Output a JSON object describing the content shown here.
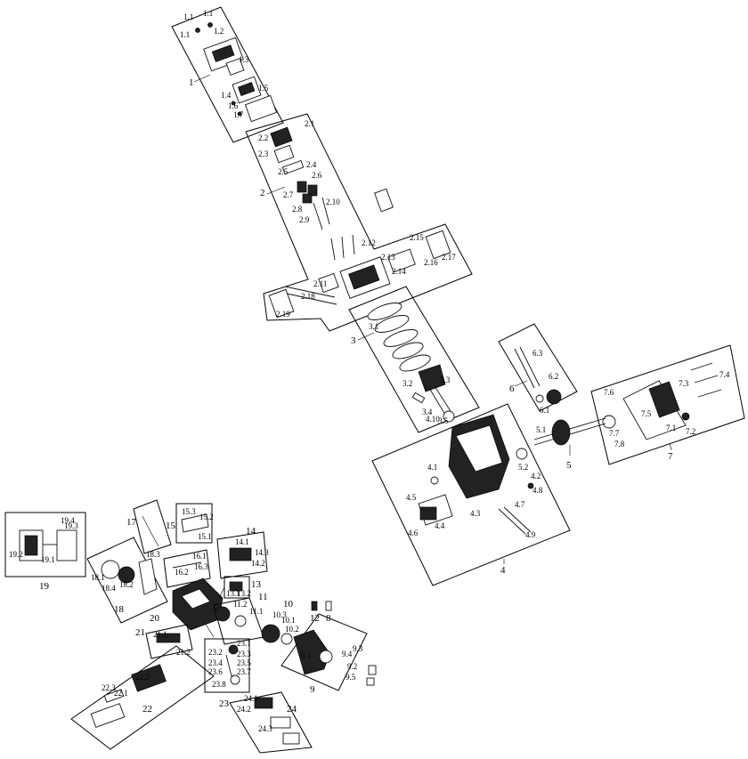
{
  "diagram": {
    "groups": [
      {
        "id": "1",
        "label": "1",
        "callouts": [
          "1.1",
          "1.1",
          "1.1",
          "1.2",
          "1.3",
          "1.4",
          "1.5",
          "1.6",
          "1.7"
        ]
      },
      {
        "id": "2",
        "label": "2",
        "callouts": [
          "2.1",
          "2.2",
          "2.3",
          "2.4",
          "2.5",
          "2.6",
          "2.7",
          "2.8",
          "2.9",
          "2.10",
          "2.11",
          "2.12",
          "2.13",
          "2.14",
          "2.15",
          "2.16",
          "2.17",
          "2.18",
          "2.19"
        ]
      },
      {
        "id": "3",
        "label": "3",
        "callouts": [
          "3.1",
          "3.2",
          "3.3",
          "3.4",
          "3.5"
        ]
      },
      {
        "id": "4",
        "label": "4",
        "callouts": [
          "4.1",
          "4.2",
          "4.3",
          "4.4",
          "4.5",
          "4.6",
          "4.7",
          "4.8",
          "4.9",
          "4.10"
        ]
      },
      {
        "id": "5",
        "label": "5",
        "callouts": [
          "5.1",
          "5.2"
        ]
      },
      {
        "id": "6",
        "label": "6",
        "callouts": [
          "6.1",
          "6.2",
          "6.3"
        ]
      },
      {
        "id": "7",
        "label": "7",
        "callouts": [
          "7.1",
          "7.2",
          "7.3",
          "7.4",
          "7.5",
          "7.6",
          "7.7",
          "7.8"
        ]
      },
      {
        "id": "8",
        "label": "8",
        "callouts": []
      },
      {
        "id": "9",
        "label": "9",
        "callouts": [
          "9.1",
          "9.2",
          "9.3",
          "9.4",
          "9.5"
        ]
      },
      {
        "id": "10",
        "label": "10",
        "callouts": [
          "10.1",
          "10.2",
          "10.3"
        ]
      },
      {
        "id": "11",
        "label": "11",
        "callouts": [
          "11.1",
          "11.2"
        ]
      },
      {
        "id": "12",
        "label": "12",
        "callouts": []
      },
      {
        "id": "13",
        "label": "13",
        "callouts": [
          "13.1",
          "13.2"
        ]
      },
      {
        "id": "14",
        "label": "14",
        "callouts": [
          "14.1",
          "14.2",
          "14.3"
        ]
      },
      {
        "id": "15",
        "label": "15",
        "callouts": [
          "15.1",
          "15.2",
          "15.3"
        ]
      },
      {
        "id": "16",
        "label": "16",
        "callouts": [
          "16.1",
          "16.2",
          "16.3"
        ]
      },
      {
        "id": "17",
        "label": "17",
        "callouts": []
      },
      {
        "id": "18",
        "label": "18",
        "callouts": [
          "18.1",
          "18.2",
          "18.3",
          "18.4"
        ]
      },
      {
        "id": "19",
        "label": "19",
        "callouts": [
          "19.1",
          "19.2",
          "19.3",
          "19.4"
        ]
      },
      {
        "id": "20",
        "label": "20",
        "callouts": []
      },
      {
        "id": "21",
        "label": "21",
        "callouts": [
          "21.1",
          "21.2"
        ]
      },
      {
        "id": "22",
        "label": "22",
        "callouts": [
          "22.1",
          "22.2",
          "22.3"
        ]
      },
      {
        "id": "23",
        "label": "23",
        "callouts": [
          "23.1",
          "23.2",
          "23.3",
          "23.4",
          "23.5",
          "23.6",
          "23.7",
          "23.8"
        ]
      },
      {
        "id": "24",
        "label": "24",
        "callouts": [
          "24.1",
          "24.2",
          "24.3"
        ]
      }
    ]
  }
}
